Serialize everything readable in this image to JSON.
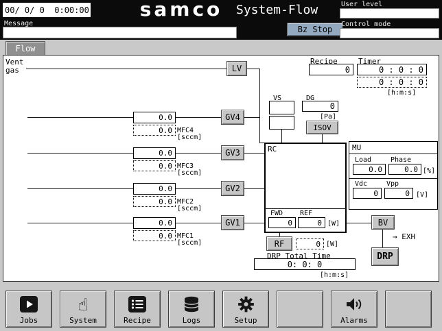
{
  "colors": {
    "header_bg": "#0b0b0b",
    "screen_bg": "#c9c9c9",
    "panel_bg": "#ffffff",
    "button_bg": "#c6c6c6",
    "bz_stop_bg": "#92a9c0"
  },
  "header": {
    "datetime": "00/ 0/ 0  0:00:00",
    "logo": "samco",
    "title": "System-Flow",
    "user_level_label": "User level",
    "user_level_value": "",
    "message_label": "Message",
    "message_value": "",
    "bz_stop_label": "Bz Stop",
    "control_mode_label": "Control mode",
    "control_mode_value": ""
  },
  "tabs": {
    "flow": "Flow"
  },
  "icons": {
    "hand_glyph": "☝"
  },
  "flow": {
    "vent_line1": "Vent",
    "vent_line2": "gas",
    "lv_label": "LV",
    "recipe_label": "Recipe",
    "recipe_value": "0",
    "timer_label": "Timer",
    "timer_value": "0 : 0 : 0",
    "timer_value2": "0 : 0 : 0",
    "timer_unit": "[h:m:s]",
    "vs_label": "VS",
    "dg_label": "DG",
    "dg_value": "0",
    "dg_unit": "[Pa]",
    "isov_label": "ISOV",
    "rc_label": "RC",
    "mu": {
      "title": "MU",
      "load_label": "Load",
      "phase_label": "Phase",
      "load_value": "0.0",
      "phase_value": "0.0",
      "percent_unit": "[%]",
      "vdc_label": "Vdc",
      "vpp_label": "Vpp",
      "vdc_value": "0",
      "vpp_value": "0",
      "volt_unit": "[V]"
    },
    "mfc": [
      {
        "name": "MFC4",
        "unit": "[sccm]",
        "set": "0.0",
        "actual": "0.0",
        "valve": "GV4"
      },
      {
        "name": "MFC3",
        "unit": "[sccm]",
        "set": "0.0",
        "actual": "0.0",
        "valve": "GV3"
      },
      {
        "name": "MFC2",
        "unit": "[sccm]",
        "set": "0.0",
        "actual": "0.0",
        "valve": "GV2"
      },
      {
        "name": "MFC1",
        "unit": "[sccm]",
        "set": "0.0",
        "actual": "0.0",
        "valve": "GV1"
      }
    ],
    "fwd_label": "FWD",
    "ref_label": "REF",
    "fwd_value": "0",
    "ref_value": "0",
    "watt_unit": "[W]",
    "rf_label": "RF",
    "rf_value": "0",
    "rf_unit": "[W]",
    "bv_label": "BV",
    "exh_label": "→ EXH",
    "drp_label": "DRP",
    "drp_total_label": "DRP Total Time",
    "drp_total_value": "0: 0: 0",
    "drp_total_unit": "[h:m:s]"
  },
  "bottom_bar": {
    "buttons": [
      {
        "label": "Jobs",
        "icon": "play-icon"
      },
      {
        "label": "System",
        "icon": "hand-icon"
      },
      {
        "label": "Recipe",
        "icon": "list-icon"
      },
      {
        "label": "Logs",
        "icon": "database-icon"
      },
      {
        "label": "Setup",
        "icon": "gear-icon"
      },
      {
        "label": "",
        "icon": ""
      },
      {
        "label": "Alarms",
        "icon": "speaker-icon"
      },
      {
        "label": "",
        "icon": ""
      }
    ]
  }
}
